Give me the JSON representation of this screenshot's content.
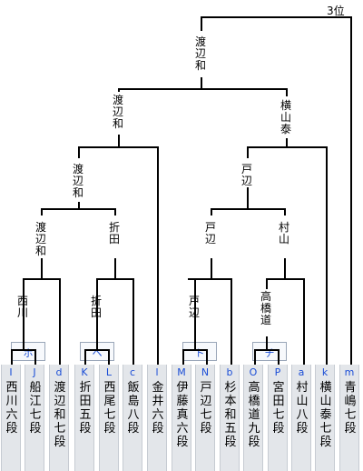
{
  "third_place_label": "3位",
  "slots": [
    {
      "code": "I",
      "name": "西川六段"
    },
    {
      "code": "J",
      "name": "船江七段"
    },
    {
      "code": "d",
      "name": "渡辺和七段"
    },
    {
      "code": "K",
      "name": "折田五段"
    },
    {
      "code": "L",
      "name": "西尾七段"
    },
    {
      "code": "c",
      "name": "飯島八段"
    },
    {
      "code": "l",
      "name": "金井六段"
    },
    {
      "code": "M",
      "name": "伊藤真六段"
    },
    {
      "code": "N",
      "name": "戸辺七段"
    },
    {
      "code": "b",
      "name": "杉本和五段"
    },
    {
      "code": "O",
      "name": "高橋道九段"
    },
    {
      "code": "P",
      "name": "宮田七段"
    },
    {
      "code": "a",
      "name": "村山八段"
    },
    {
      "code": "k",
      "name": "横山泰七段"
    },
    {
      "code": "m",
      "name": "青嶋七段"
    }
  ],
  "groups": [
    {
      "label": "ホ"
    },
    {
      "label": "ヘ"
    },
    {
      "label": "ト"
    },
    {
      "label": "チ"
    }
  ],
  "winners": {
    "w_ho": "西川",
    "w_he": "折田",
    "w_to": "戸辺",
    "w_chi": "高橋道",
    "w_r1a": "渡辺和",
    "w_r1b": "折田",
    "w_r1c": "戸辺",
    "w_r1d": "村山",
    "w_r2a": "渡辺和",
    "w_r2b": "戸辺",
    "w_r3a": "渡辺和",
    "w_r3b": "横山泰",
    "w_final": "渡辺和"
  }
}
